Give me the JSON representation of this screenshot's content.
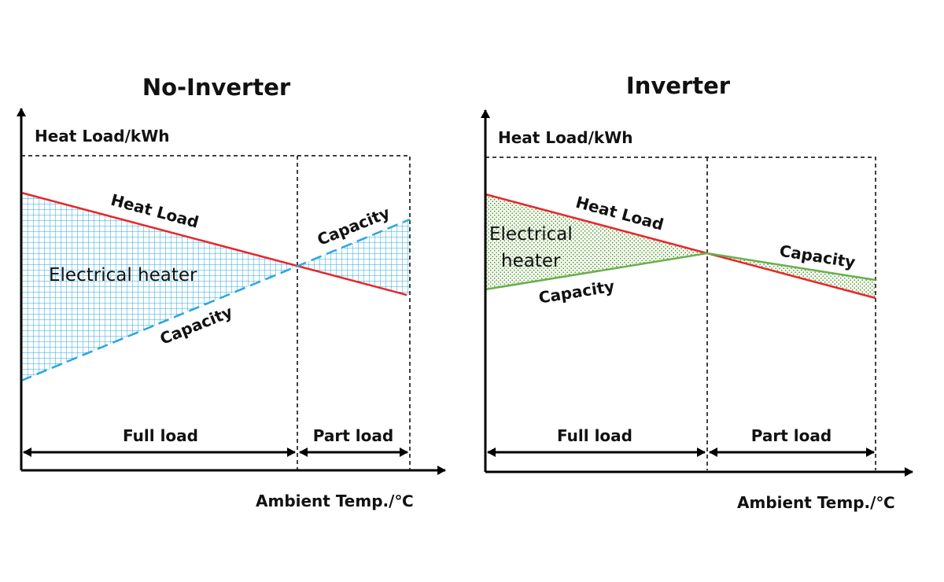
{
  "colors": {
    "heat_load_line": "#e8262a",
    "no_inverter_capacity_line": "#2aa6e0",
    "inverter_capacity_line": "#6ab04c",
    "axis": "#000000",
    "hatch_blue": "#2aa6e0",
    "hatch_green": "#6ab04c"
  },
  "panels": [
    {
      "title": "No-Inverter",
      "y_axis_label": "Heat Load/kWh",
      "x_axis_label": "Ambient Temp./℃",
      "heat_load_label": "Heat Load",
      "capacity_label_upper": "Capacity",
      "capacity_label_lower": "Capacity",
      "region_label": "Electrical heater",
      "full_load_label": "Full load",
      "part_load_label": "Part load",
      "capacity_style": "dashed",
      "shading": "grid-hatch"
    },
    {
      "title": "Inverter",
      "y_axis_label": "Heat Load/kWh",
      "x_axis_label": "Ambient Temp./℃",
      "heat_load_label": "Heat Load",
      "capacity_label_upper": "Capacity",
      "capacity_label_lower": "Capacity",
      "region_label_line1": "Electrical",
      "region_label_line2": "heater",
      "full_load_label": "Full load",
      "part_load_label": "Part load",
      "capacity_style": "solid",
      "shading": "dot-hatch"
    }
  ]
}
